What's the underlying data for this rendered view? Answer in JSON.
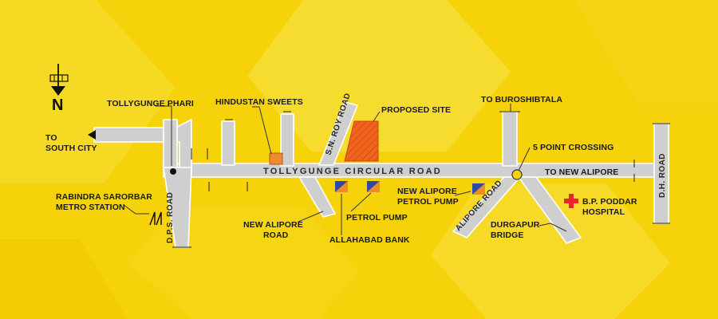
{
  "map": {
    "north_label": "N",
    "main_road": "TOLLYGUNGE CIRCULAR ROAD",
    "roads": {
      "dps_road": "D.P.S. ROAD",
      "sn_roy_road": "S.N. ROY ROAD",
      "alipore_road": "ALIPORE ROAD",
      "dh_road": "D.H. ROAD"
    },
    "labels": {
      "tollygunge_phari": "TOLLYGUNGE PHARI",
      "hindustan_sweets": "HINDUSTAN SWEETS",
      "proposed_site": "PROPOSED SITE",
      "to_buroshibtala": "TO BUROSHIBTALA",
      "to_south_city_1": "TO",
      "to_south_city_2": "SOUTH CITY",
      "five_point_crossing": "5 POINT CROSSING",
      "to_new_alipore": "TO NEW ALIPORE",
      "rabindra_1": "RABINDRA SARORBAR",
      "rabindra_2": "METRO STATION",
      "new_alipore_road_1": "NEW ALIPORE",
      "new_alipore_road_2": "ROAD",
      "petrol_pump": "PETROL PUMP",
      "allahabad_bank": "ALLAHABAD BANK",
      "new_alipore_pp_1": "NEW ALIPORE",
      "new_alipore_pp_2": "PETROL PUMP",
      "durgapur_1": "DURGAPUR",
      "durgapur_2": "BRIDGE",
      "bp_poddar_1": "B.P. PODDAR",
      "bp_poddar_2": "HOSPITAL"
    },
    "colors": {
      "background": "#f5d20a",
      "road": "#cfcfcf",
      "road_edge": "#ffffff",
      "site": "#f0641e",
      "bank_blue": "#2f4aa0",
      "hospital_red": "#e8262a"
    },
    "icons": [
      "north-arrow-icon",
      "metro-icon",
      "hospital-cross-icon",
      "sweets-marker-icon",
      "petrol-pump-icon",
      "bank-icon"
    ]
  }
}
